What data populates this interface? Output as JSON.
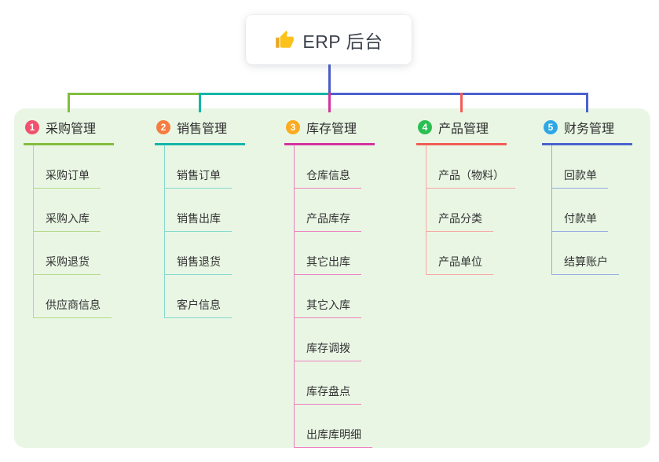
{
  "root": {
    "label": "ERP 后台",
    "icon": "thumbs-up-icon",
    "icon_colors": {
      "hand": "#fcc21b",
      "cuff": "#e9a827"
    }
  },
  "connectors": {
    "stem_color": "#4d5cc5"
  },
  "panel": {
    "background": "#e9f6e4"
  },
  "branches": [
    {
      "num": "1",
      "title": "采购管理",
      "color": "#82bd3f",
      "light": "#b4da8b",
      "badge": "#f0516d",
      "children": [
        "采购订单",
        "采购入库",
        "采购退货",
        "供应商信息"
      ]
    },
    {
      "num": "2",
      "title": "销售管理",
      "color": "#13b5a7",
      "light": "#84d8cd",
      "badge": "#f67d41",
      "children": [
        "销售订单",
        "销售出库",
        "销售退货",
        "客户信息"
      ]
    },
    {
      "num": "3",
      "title": "库存管理",
      "color": "#d3349f",
      "light": "#ee7fc0",
      "badge": "#fbab1f",
      "children": [
        "仓库信息",
        "产品库存",
        "其它出库",
        "其它入库",
        "库存调拨",
        "库存盘点",
        "出库库明细"
      ]
    },
    {
      "num": "4",
      "title": "产品管理",
      "color": "#f25c57",
      "light": "#f8a6a3",
      "badge": "#2abf53",
      "children": [
        "产品（物料）",
        "产品分类",
        "产品单位"
      ]
    },
    {
      "num": "5",
      "title": "财务管理",
      "color": "#4a63ce",
      "light": "#97abe3",
      "badge": "#2fa7e6",
      "children": [
        "回款单",
        "付款单",
        "结算账户"
      ]
    }
  ]
}
